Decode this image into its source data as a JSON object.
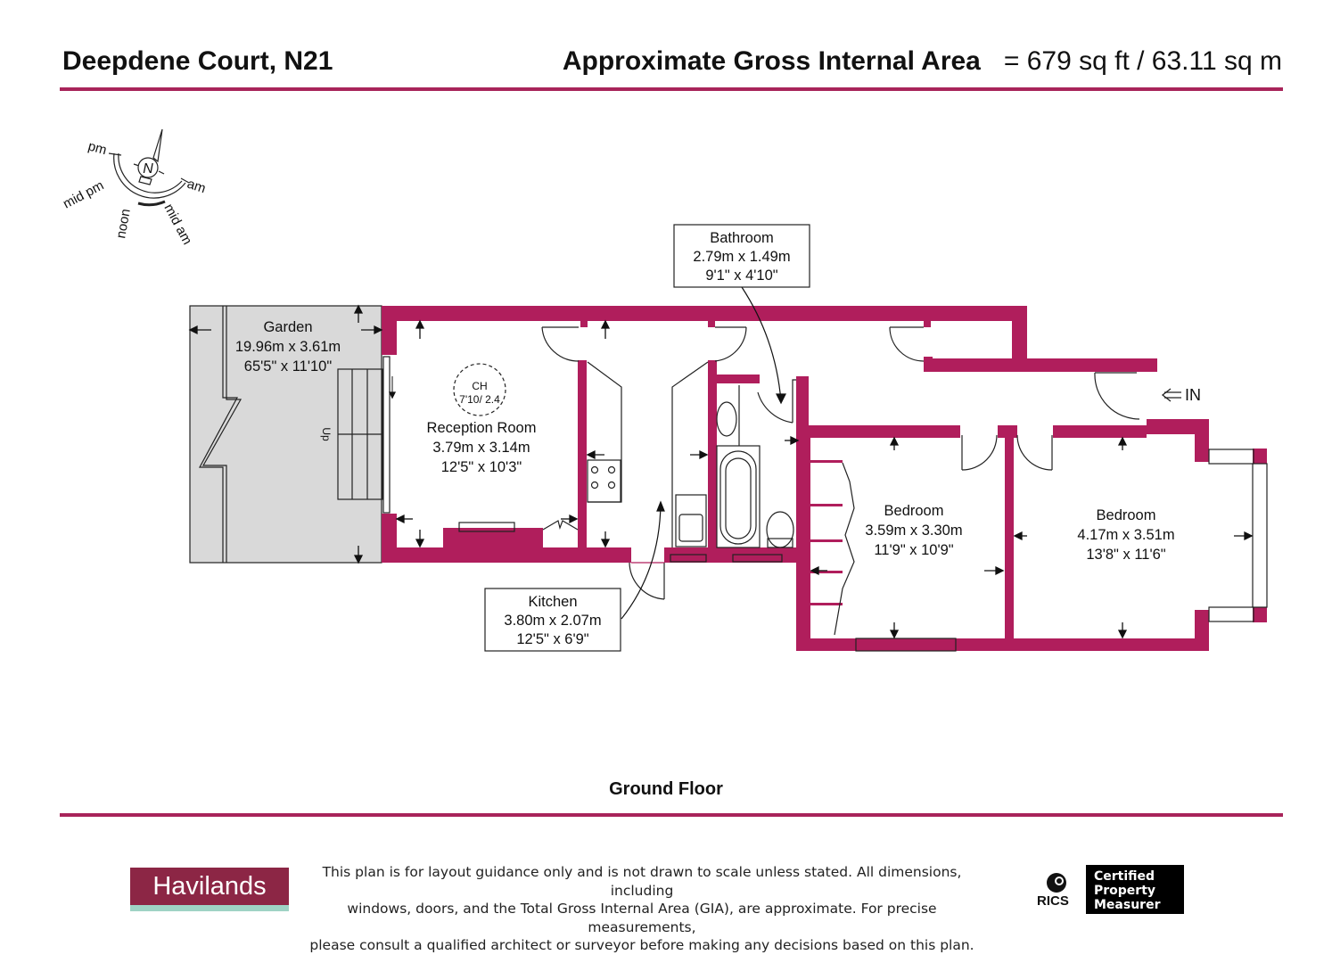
{
  "header": {
    "property": "Deepdene Court, N21",
    "area_label": "Approximate Gross Internal Area",
    "area_value": "= 679 sq ft / 63.11 sq m"
  },
  "colors": {
    "wall": "#b01e5c",
    "rule": "#a8245a",
    "garden_fill": "#d9d9d9",
    "brand_bg": "#8c2645",
    "brand_strip": "#9fd3c5"
  },
  "compass": {
    "north": "N",
    "labels": [
      "pm",
      "mid pm",
      "noon",
      "mid am",
      "am"
    ]
  },
  "rooms": [
    {
      "name": "Garden",
      "metric": "19.96m x 3.61m",
      "imperial": "65'5\" x 11'10\""
    },
    {
      "name": "Reception Room",
      "metric": "3.79m x 3.14m",
      "imperial": "12'5\" x 10'3\""
    },
    {
      "name": "Bathroom",
      "metric": "2.79m x 1.49m",
      "imperial": "9'1\" x 4'10\""
    },
    {
      "name": "Kitchen",
      "metric": "3.80m x 2.07m",
      "imperial": "12'5\" x 6'9\""
    },
    {
      "name": "Bedroom",
      "metric": "3.59m x 3.30m",
      "imperial": "11'9\" x 10'9\""
    },
    {
      "name": "Bedroom",
      "metric": "4.17m x 3.51m",
      "imperial": "13'8\" x 11'6\""
    }
  ],
  "annotations": {
    "ceiling_height_label": "CH",
    "ceiling_height_value": "7'10/ 2.4",
    "stairs_label": "Up",
    "entrance_label": "IN"
  },
  "floor_label": "Ground Floor",
  "footer": {
    "brand": "Havilands",
    "disclaimer_lines": [
      "This plan is for layout guidance only and is not drawn to scale unless stated. All dimensions, including",
      "windows, doors, and the Total Gross Internal Area (GIA), are approximate. For precise measurements,",
      "please consult a qualified architect or surveyor before making any decisions based on this plan."
    ],
    "rics_label": "RICS",
    "cert_lines": [
      "Certified",
      "Property",
      "Measurer"
    ]
  }
}
